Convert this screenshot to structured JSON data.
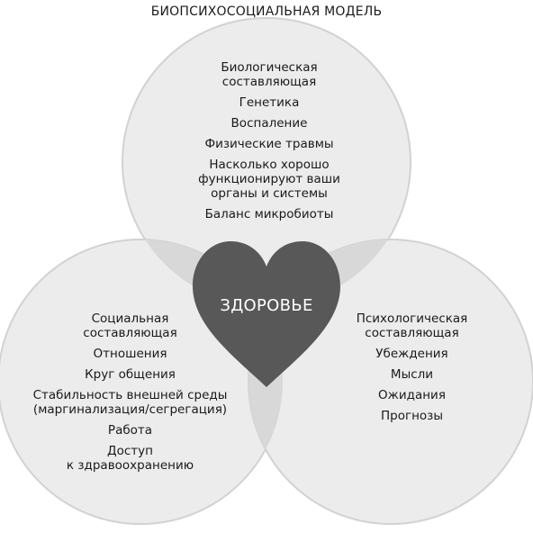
{
  "title": "БИОПСИХОСОЦИАЛЬНАЯ МОДЕЛЬ",
  "center": "ЗДОРОВЬЕ",
  "biological": {
    "heading": "Биологическая\nсоставляющая",
    "items": [
      "Генетика",
      "Воспаление",
      "Физические травмы",
      "Насколько хорошо\nфункционируют ваши\nорганы и системы",
      "Баланс микробиоты"
    ]
  },
  "social": {
    "heading": "Социальная\nсоставляющая",
    "items": [
      "Отношения",
      "Круг общения",
      "Стабильность внешней среды\n(маргинализация/сегрегация)",
      "Работа",
      "Доступ\nк здравоохранению"
    ]
  },
  "psychological": {
    "heading": "Психологическая\nсоставляющая",
    "items": [
      "Убеждения",
      "Мысли",
      "Ожидания",
      "Прогнозы"
    ]
  },
  "colors": {
    "circle_fill": "#ececec",
    "circle_stroke": "#d2d2d2",
    "overlap_fill": "#d8d8d8",
    "heart_fill": "#585858",
    "center_text": "#ffffff"
  },
  "icons": {
    "center": "heart-icon"
  }
}
